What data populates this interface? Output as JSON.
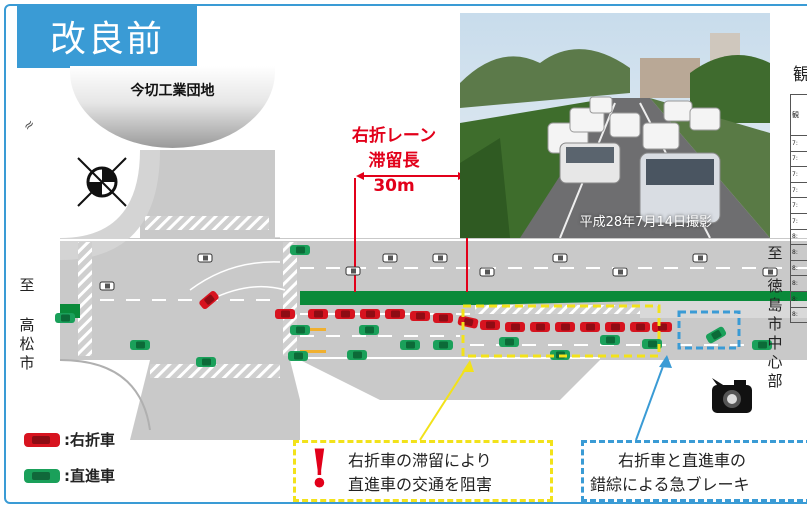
{
  "badge": {
    "label": "改良前"
  },
  "landmark": {
    "label": "今切工業団地"
  },
  "annotation": {
    "line1": "右折レーン",
    "line2": "滞留長 30m"
  },
  "destinations": {
    "west_prefix": "至",
    "west_name": "高松市",
    "east_prefix": "至",
    "east_name": "徳島市中心部"
  },
  "photo": {
    "caption": "平成28年7月14日撮影"
  },
  "observation": {
    "title": "観",
    "header": "観",
    "times": [
      "7:",
      "7:",
      "7:",
      "7:",
      "7:",
      "7:",
      "8:",
      "8:",
      "8:",
      "8:",
      "8:",
      "8:"
    ]
  },
  "legend": [
    {
      "label": ":右折車",
      "color": "#d7131f"
    },
    {
      "label": ":直進車",
      "color": "#1aa05a"
    }
  ],
  "callouts": {
    "left": {
      "line1": "右折車の滞留により",
      "line2": "直進車の交通を阻害",
      "mark": "!"
    },
    "right": {
      "line1": "右折車と直進車の",
      "line2": "錯綜による急ブレーキ"
    }
  },
  "colors": {
    "accent": "#3a9bd5",
    "alert": "#e2001a",
    "right_turn": "#d7131f",
    "straight": "#1aa05a",
    "median": "#0a8a3a",
    "road": "#c9c9c9"
  }
}
